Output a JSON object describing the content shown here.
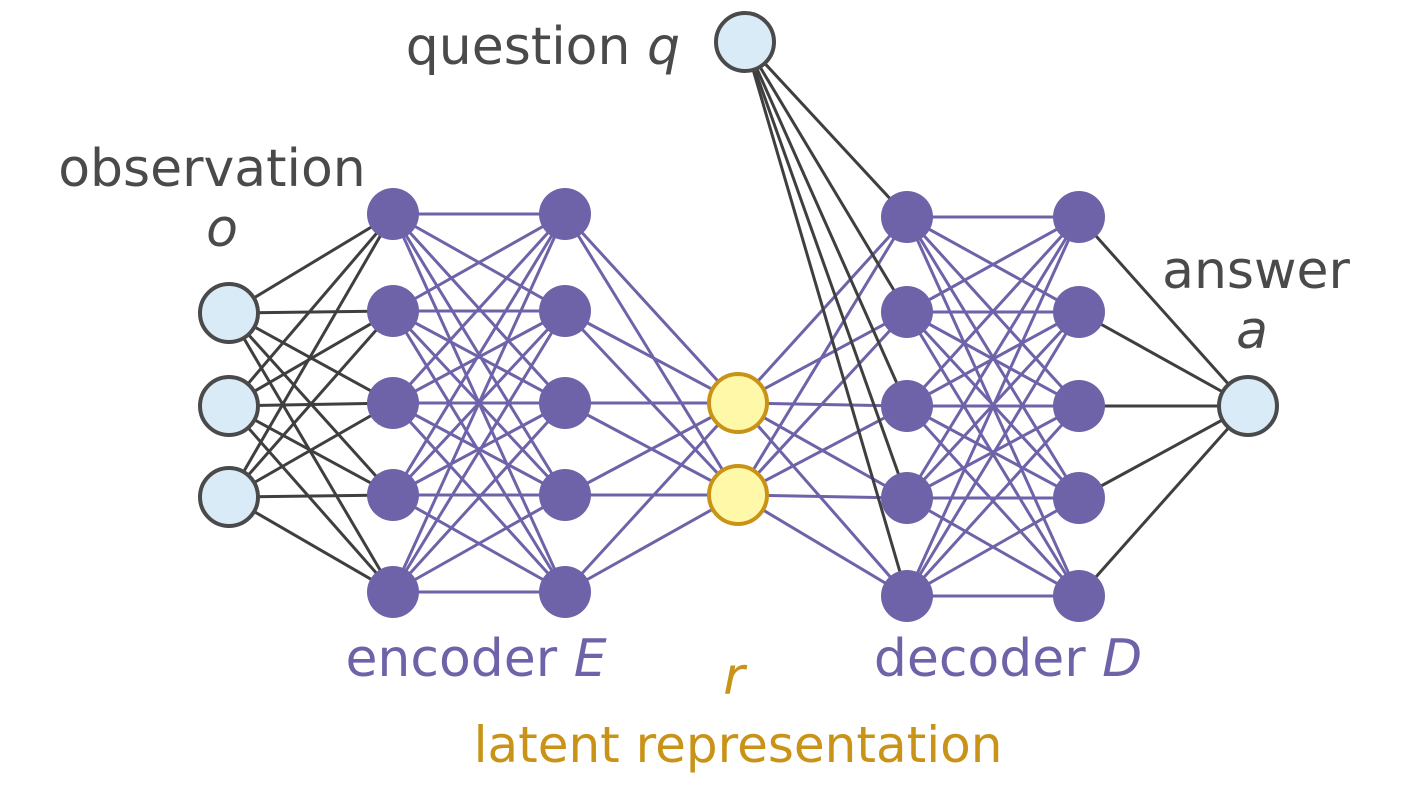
{
  "colors": {
    "input_fill": "#d9ebf7",
    "input_stroke": "#4a4a4a",
    "hidden_fill": "#6e63a8",
    "latent_fill": "#fff8a8",
    "latent_stroke": "#c99317",
    "dark_edge": "#3f3f3f",
    "purple_edge": "#6e63a8",
    "dark_text": "#4a4a4a",
    "purple_text": "#6e63a8",
    "gold_text": "#c99317"
  },
  "labels": {
    "question": {
      "word": "question",
      "symbol": "q"
    },
    "observation": {
      "word": "observation",
      "symbol": "o"
    },
    "answer": {
      "word": "answer",
      "symbol": "a"
    },
    "encoder": {
      "word": "encoder",
      "symbol": "E"
    },
    "decoder": {
      "word": "decoder",
      "symbol": "D"
    },
    "latent": {
      "symbol": "r",
      "word": "latent representation"
    }
  },
  "layers": [
    {
      "id": "observation",
      "count": 3,
      "kind": "input"
    },
    {
      "id": "enc1",
      "count": 5,
      "kind": "hidden"
    },
    {
      "id": "enc2",
      "count": 5,
      "kind": "hidden"
    },
    {
      "id": "latent",
      "count": 2,
      "kind": "latent"
    },
    {
      "id": "dec1",
      "count": 5,
      "kind": "hidden"
    },
    {
      "id": "dec2",
      "count": 5,
      "kind": "hidden"
    },
    {
      "id": "answer",
      "count": 1,
      "kind": "input"
    }
  ],
  "question_node": {
    "count": 1,
    "kind": "input",
    "connects_to": "dec1"
  }
}
